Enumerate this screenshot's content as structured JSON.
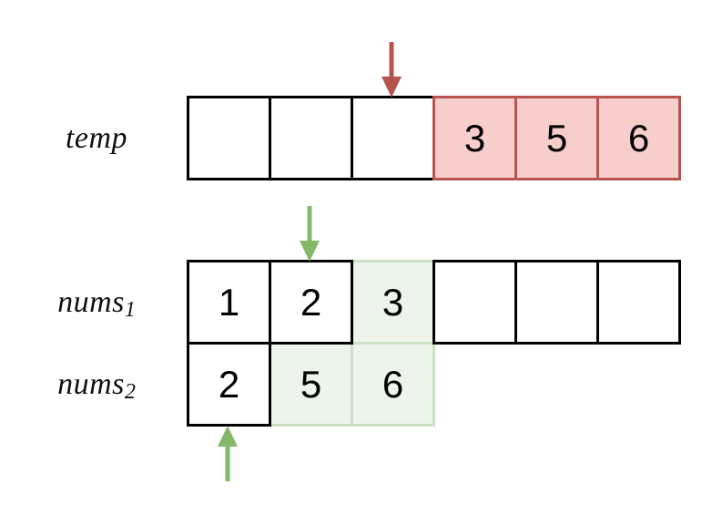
{
  "labels": {
    "temp": {
      "base": "temp",
      "sub": ""
    },
    "nums1": {
      "base": "nums",
      "sub": "1"
    },
    "nums2": {
      "base": "nums",
      "sub": "2"
    }
  },
  "arrays": {
    "temp": {
      "cells": [
        {
          "value": "",
          "state": "plain"
        },
        {
          "value": "",
          "state": "plain"
        },
        {
          "value": "",
          "state": "plain"
        },
        {
          "value": "3",
          "state": "red"
        },
        {
          "value": "5",
          "state": "red"
        },
        {
          "value": "6",
          "state": "red"
        }
      ]
    },
    "nums1": {
      "cells": [
        {
          "value": "1",
          "state": "plain"
        },
        {
          "value": "2",
          "state": "plain"
        },
        {
          "value": "3",
          "state": "green"
        },
        {
          "value": "",
          "state": "plain"
        },
        {
          "value": "",
          "state": "plain"
        },
        {
          "value": "",
          "state": "plain"
        }
      ]
    },
    "nums2": {
      "cells": [
        {
          "value": "2",
          "state": "plain"
        },
        {
          "value": "5",
          "state": "green"
        },
        {
          "value": "6",
          "state": "green"
        }
      ]
    }
  },
  "pointers": {
    "temp": {
      "direction": "down",
      "color": "#b5534f",
      "points_to_cell_index": 2
    },
    "nums1": {
      "direction": "down",
      "color": "#85b868",
      "points_to_cell_index": 1
    },
    "nums2": {
      "direction": "up",
      "color": "#85b868",
      "points_to_cell_index": 0
    }
  },
  "colors": {
    "background": "#ffffff",
    "cell_border": "#000000",
    "red_fill": "#f8cecc",
    "red_border": "#b85450",
    "green_fill": "#edf4eb",
    "green_border": "#cbe0c4",
    "red_arrow": "#b5534f",
    "green_arrow": "#85b868"
  }
}
